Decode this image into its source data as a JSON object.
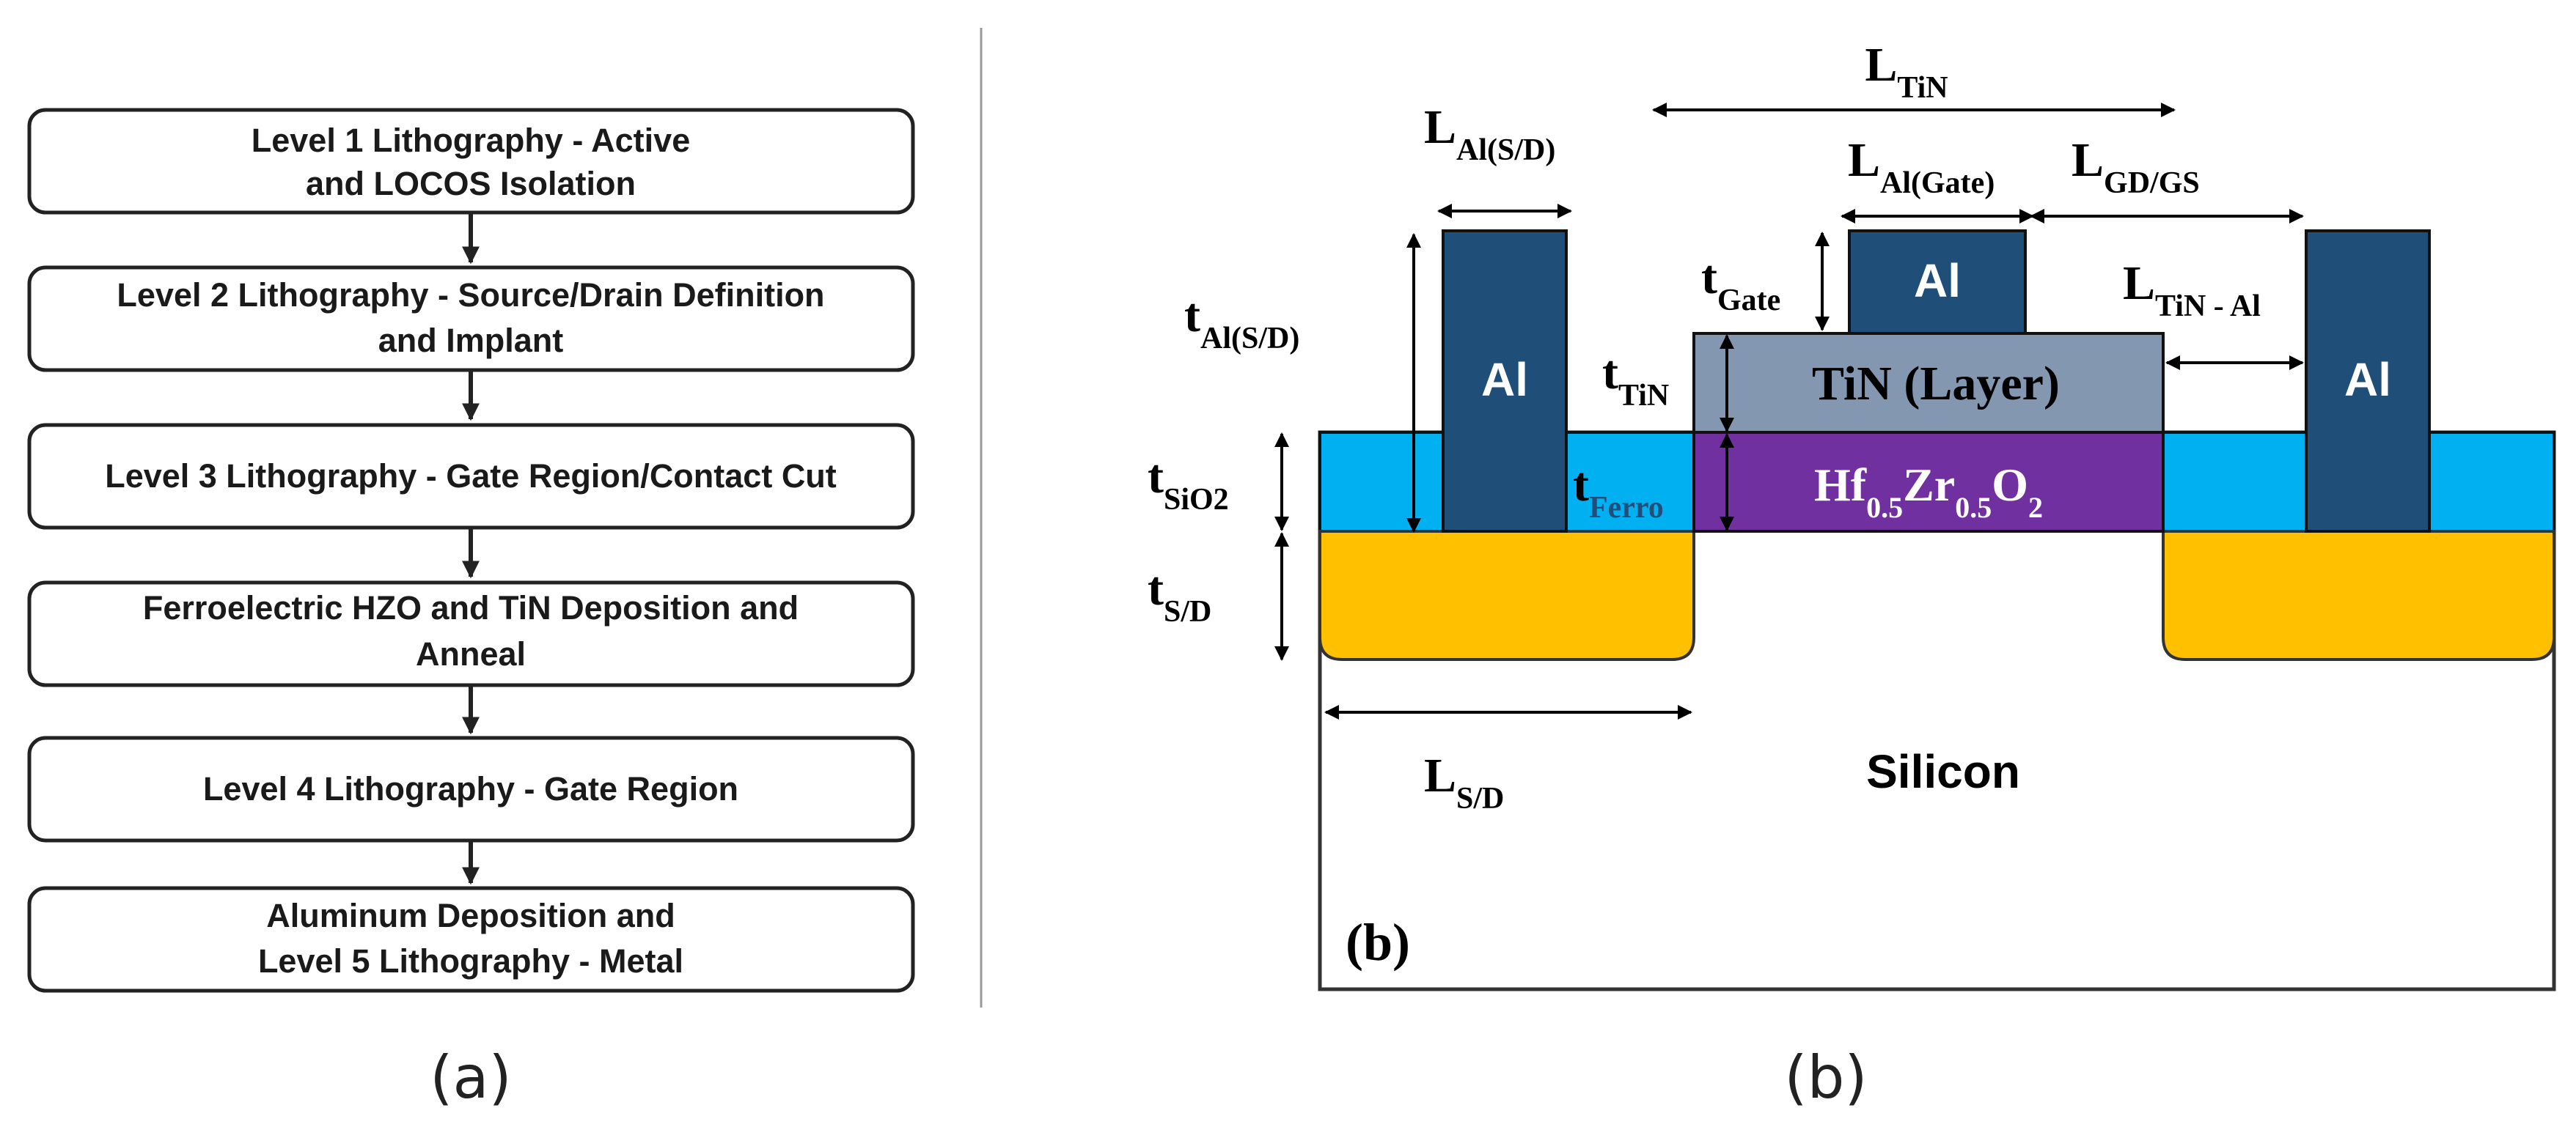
{
  "panel_a": {
    "caption": "(a)",
    "steps": [
      {
        "line1": "Level 1 Lithography - Active",
        "line2": "and LOCOS Isolation"
      },
      {
        "line1": "Level 2 Lithography - Source/Drain Definition",
        "line2": "and Implant"
      },
      {
        "line1": "Level 3 Lithography - Gate Region/Contact Cut",
        "line2": ""
      },
      {
        "line1": "Ferroelectric HZO and TiN Deposition and",
        "line2": "Anneal"
      },
      {
        "line1": "Level 4 Lithography - Gate Region",
        "line2": ""
      },
      {
        "line1": "Aluminum Deposition and",
        "line2": "Level 5 Lithography - Metal"
      }
    ]
  },
  "panel_b": {
    "caption": "(b)",
    "inset_label": "(b)",
    "substrate_label": "Silicon",
    "al_label": "Al",
    "tin_label": "TiN (Layer)",
    "hzo": {
      "a": "Hf",
      "a_sub": "0.5",
      "b": "Zr",
      "b_sub": "0.5",
      "c": "O",
      "c_sub": "2"
    },
    "dims": {
      "L_TiN": {
        "main": "L",
        "sub": "TiN"
      },
      "L_AlSD": {
        "main": "L",
        "sub": "Al(S/D)"
      },
      "L_AlGate": {
        "main": "L",
        "sub": "Al(Gate)"
      },
      "L_GDGS": {
        "main": "L",
        "sub": "GD/GS"
      },
      "L_TiNAl": {
        "main": "L",
        "sub": "TiN - Al"
      },
      "L_SD": {
        "main": "L",
        "sub": "S/D"
      },
      "t_AlSD": {
        "main": "t",
        "sub": "Al(S/D)"
      },
      "t_Gate": {
        "main": "t",
        "sub": "Gate"
      },
      "t_TiN": {
        "main": "t",
        "sub": "TiN"
      },
      "t_SiO2": {
        "main": "t",
        "sub": "SiO2"
      },
      "t_Ferro": {
        "main": "t",
        "sub": "Ferro"
      },
      "t_SD": {
        "main": "t",
        "sub": "S/D"
      }
    },
    "colors": {
      "aluminum": "#1F4E79",
      "tin": "#8497B0",
      "hzo": "#7030A0",
      "sio2": "#00B0F0",
      "source_drain": "#FFC000",
      "silicon": "#FFFFFF"
    }
  }
}
